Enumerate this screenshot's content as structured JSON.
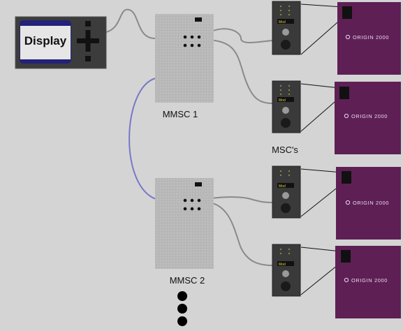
{
  "display": {
    "label": "Display"
  },
  "mmsc": [
    {
      "label": "MMSC 1"
    },
    {
      "label": "MMSC 2"
    }
  ],
  "msc_group": {
    "label": "MSC's"
  },
  "msc_units": [
    {
      "screen_text": "Mod"
    },
    {
      "screen_text": "Mod"
    },
    {
      "screen_text": "Mod"
    },
    {
      "screen_text": "Mod"
    }
  ],
  "origin_servers": [
    {
      "label": "ORIGIN 2000"
    },
    {
      "label": "ORIGIN 2000"
    },
    {
      "label": "ORIGIN 2000"
    },
    {
      "label": "ORIGIN 2000"
    }
  ],
  "colors": {
    "background": "#d4d4d4",
    "mmsc_body": "#b8b8b8",
    "origin_body": "#5e1f55",
    "msc_body": "#3a3a3a",
    "display_frame": "#3c3c3c",
    "display_screen": "#22227a",
    "interlink_cable": "#7878c8",
    "cable": "#8a8a8a"
  }
}
